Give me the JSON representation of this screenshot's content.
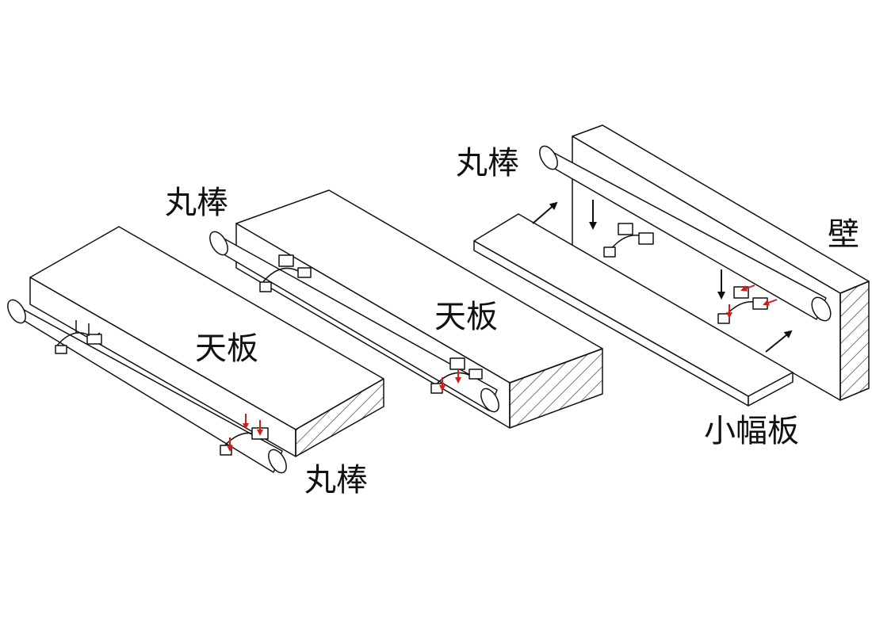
{
  "diagram": {
    "labels": {
      "round_bar_left": "丸棒",
      "round_bar_middle": "丸棒",
      "round_bar_right": "丸棒",
      "top_board_left": "天板",
      "top_board_middle": "天板",
      "narrow_board": "小幅板",
      "wall": "壁"
    },
    "colors": {
      "line": "#111111",
      "accent": "#cc1f1f",
      "fill": "#ffffff"
    }
  }
}
